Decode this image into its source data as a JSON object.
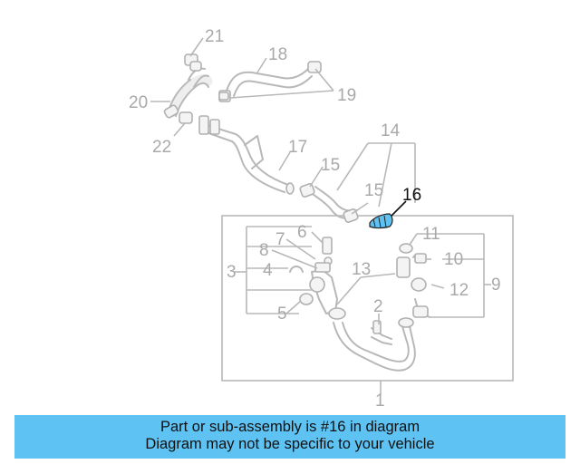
{
  "callouts": {
    "c1": "1",
    "c2": "2",
    "c3": "3",
    "c4": "4",
    "c5": "5",
    "c6": "6",
    "c7": "7",
    "c8": "8",
    "c9": "9",
    "c10": "10",
    "c11": "11",
    "c12": "12",
    "c13": "13",
    "c14": "14",
    "c15a": "15",
    "c15b": "15",
    "c16": "16",
    "c17": "17",
    "c18": "18",
    "c19": "19",
    "c20": "20",
    "c21": "21",
    "c22": "22"
  },
  "highlighted_part": "16",
  "colors": {
    "highlight": "#5ec2f2",
    "banner": "#5ec2f2",
    "parts": "#b8b8b8",
    "callout_text": "#a9a9a9"
  },
  "banner": {
    "line1": "Part or sub-assembly is #16 in diagram",
    "line2": "Diagram may not be specific to your vehicle"
  }
}
